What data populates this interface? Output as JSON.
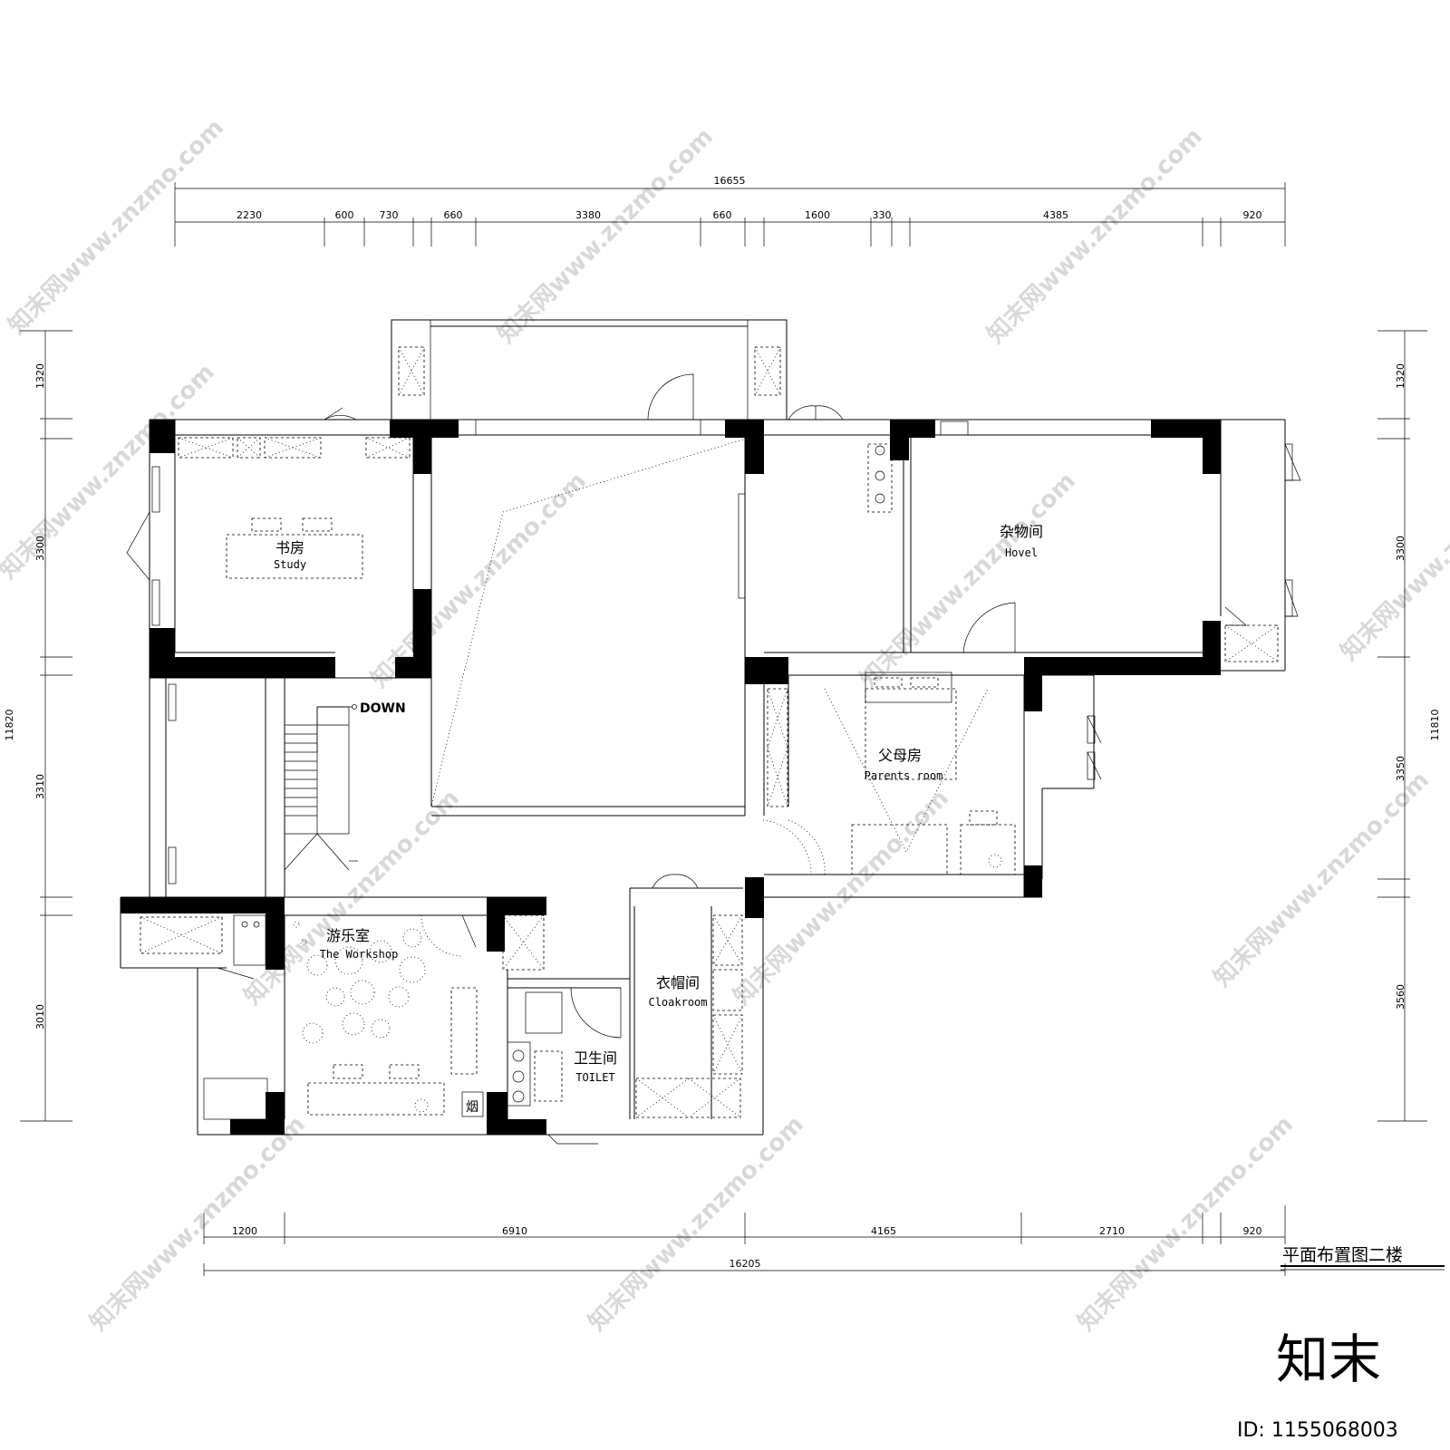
{
  "drawing": {
    "title": "平面布置图二楼",
    "brand": "知末",
    "id_label": "ID: 1155068003",
    "watermark": "知末网www.znzmo.com"
  },
  "dimensions": {
    "top_total": "16655",
    "top_segments": [
      "2230",
      "600",
      "730",
      "660",
      "3380",
      "660",
      "1600",
      "330",
      "4385",
      "920"
    ],
    "bottom_total": "16205",
    "bottom_segments": [
      "1200",
      "6910",
      "4165",
      "2710",
      "920"
    ],
    "left_total": "11820",
    "left_segments": [
      "1320",
      "3300",
      "3310",
      "3010"
    ],
    "right_total": "11810",
    "right_segments": [
      "1320",
      "3300",
      "3350",
      "3560"
    ]
  },
  "rooms": {
    "study": {
      "cn": "书房",
      "en": "Study"
    },
    "hovel": {
      "cn": "杂物间",
      "en": "Hovel"
    },
    "parents": {
      "cn": "父母房",
      "en": "Parents room"
    },
    "workshop": {
      "cn": "游乐室",
      "en": "The Workshop"
    },
    "cloakroom": {
      "cn": "衣帽间",
      "en": "Cloakroom"
    },
    "toilet": {
      "cn": "卫生间",
      "en": "TOILET"
    }
  },
  "labels": {
    "stair": "DOWN",
    "flue": "烟"
  }
}
